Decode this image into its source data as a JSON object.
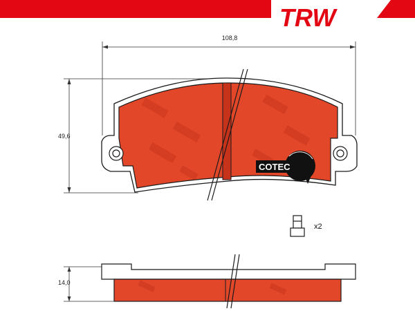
{
  "brand": {
    "logo_text": "TRW",
    "color": "#e30613"
  },
  "dimensions": {
    "width": "108,8",
    "height": "49,6",
    "thickness": "14,0"
  },
  "badge": {
    "text": "COTEC"
  },
  "accessory": {
    "quantity": "x2"
  },
  "colors": {
    "pad_fill": "#e2472a",
    "pad_dark": "#c7331a",
    "outline": "#1a1a1a",
    "dim_line": "#333333",
    "badge_bg": "#111111"
  }
}
